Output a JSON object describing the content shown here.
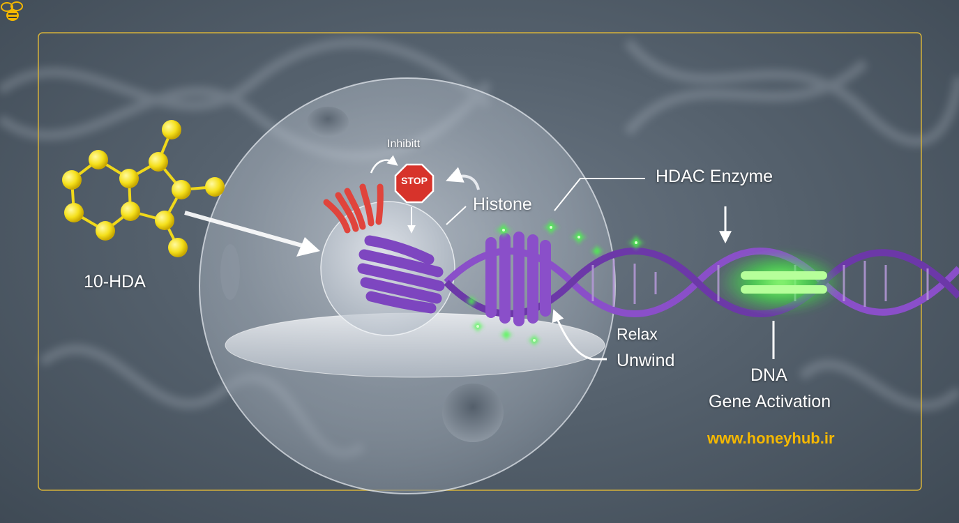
{
  "labels": {
    "compound": "10-HDA",
    "inhibit": "Inhibitt",
    "stop_sign": "STOP",
    "histone": "Histone",
    "enzyme": "HDAC Enzyme",
    "relax": "Relax",
    "unwind": "Unwind",
    "dna": "DNA",
    "gene_activation": "Gene Activation",
    "website": "www.honeyhub.ir"
  },
  "colors": {
    "frame": "#d6b23a",
    "molecule": "#f7e020",
    "histone": "#8a4fc9",
    "receptor": "#e0443c",
    "stop": "#d7332b",
    "glow": "#46ff46",
    "brand": "#f5b800"
  },
  "icons": [
    "bee-icon",
    "stop-sign-icon",
    "sparkle-icon"
  ]
}
